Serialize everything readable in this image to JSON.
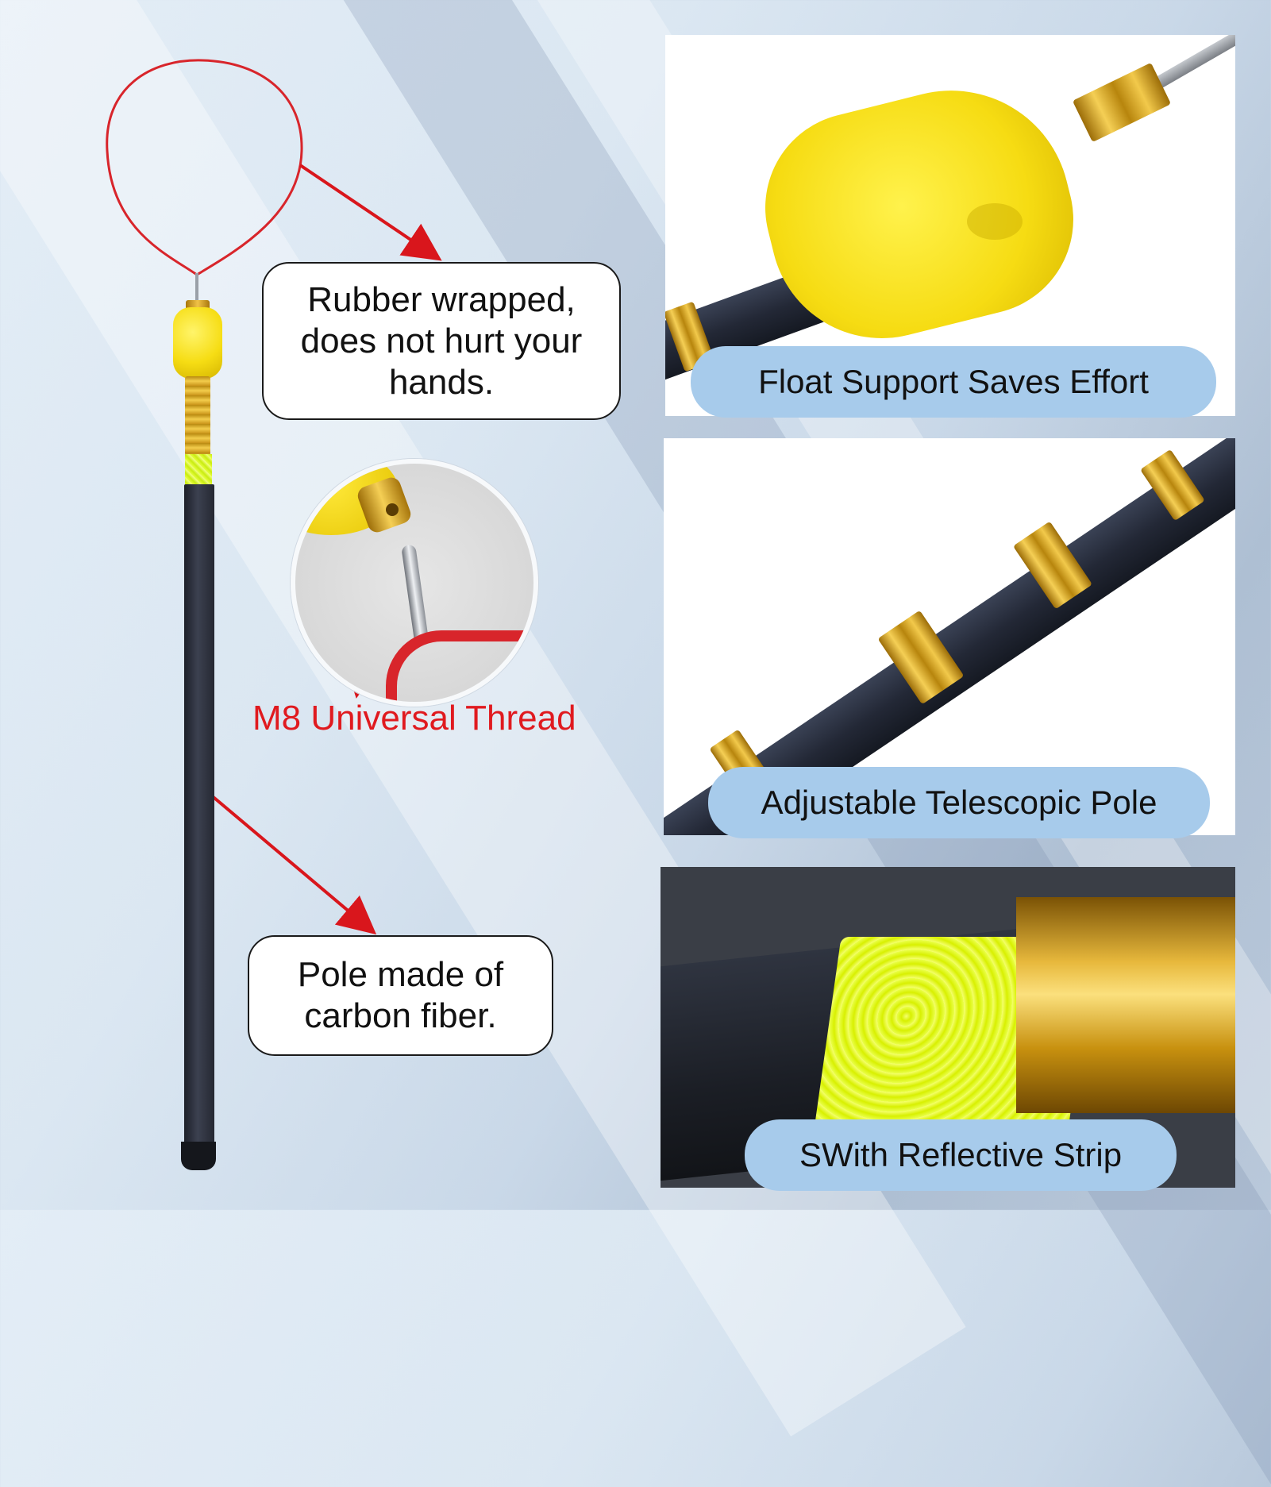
{
  "callouts": {
    "rubber": "Rubber wrapped,\ndoes not hurt your\nhands.",
    "carbon": "Pole made of\ncarbon fiber."
  },
  "thread_label": "M8 Universal Thread",
  "panels": [
    {
      "label": "Float Support Saves Effort"
    },
    {
      "label": "Adjustable Telescopic Pole"
    },
    {
      "label": "SWith Reflective Strip"
    }
  ],
  "colors": {
    "accent_red": "#e01a1f",
    "badge_blue": "#a7cbeb",
    "float_yellow": "#f6dc13",
    "gold": "#e7b83c",
    "carbon": "#232836"
  }
}
